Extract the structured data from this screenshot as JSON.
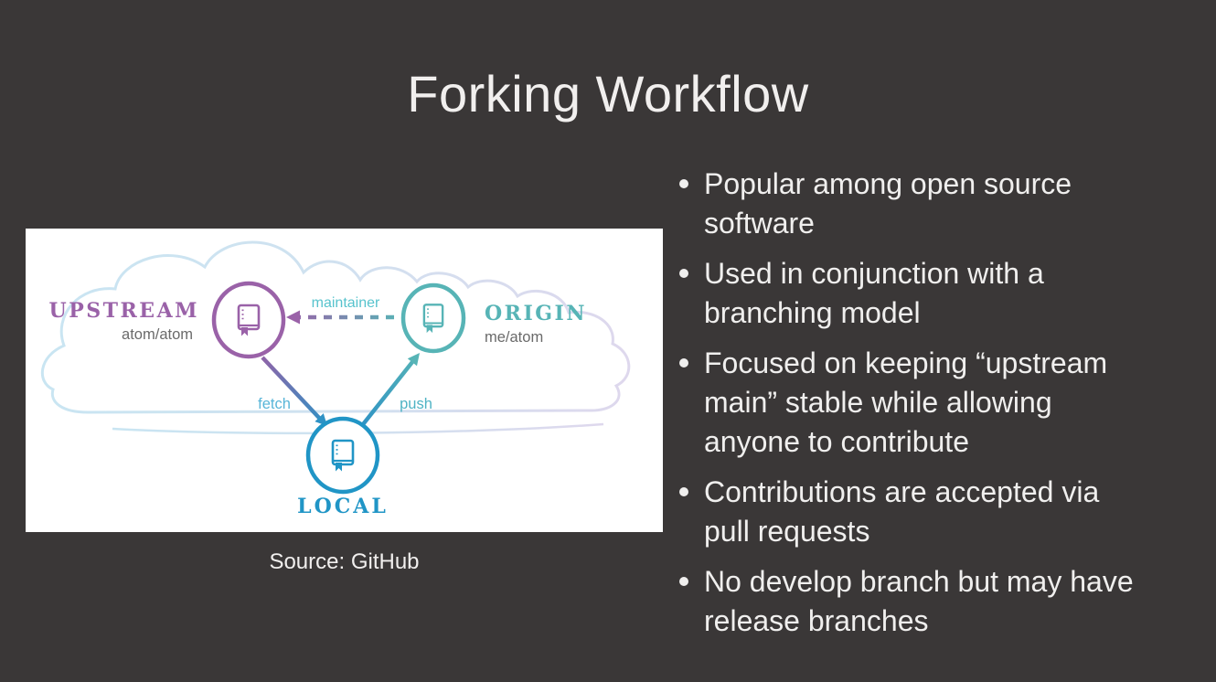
{
  "slide": {
    "title": "Forking Workflow",
    "bullets": [
      "Popular among open source software",
      "Used in conjunction with a branching model",
      "Focused on keeping “upstream main” stable while allowing anyone to contribute",
      "Contributions are accepted via pull requests",
      "No develop branch but may have release branches"
    ],
    "caption": "Source: GitHub"
  },
  "diagram": {
    "upstream": {
      "label": "UPSTREAM",
      "repo": "atom/atom"
    },
    "origin": {
      "label": "ORIGIN",
      "repo": "me/atom"
    },
    "local": {
      "label": "LOCAL"
    },
    "arrows": {
      "maintainer": "maintainer",
      "fetch": "fetch",
      "push": "push"
    },
    "icons": {
      "node": "repo-book-icon",
      "background": "cloud-icon"
    }
  },
  "colors": {
    "background": "#3a3737",
    "text": "#f0efee",
    "upstream_purple": "#9a62a8",
    "origin_teal": "#57b4b6",
    "local_blue": "#2095c6",
    "label_teal": "#57c3cd",
    "label_blue": "#58b5d8",
    "repo_name_gray": "#6a6a6a",
    "cloud_blue": "#c9e5f2",
    "cloud_lavender": "#ded8ed",
    "figure_background": "#ffffff"
  }
}
